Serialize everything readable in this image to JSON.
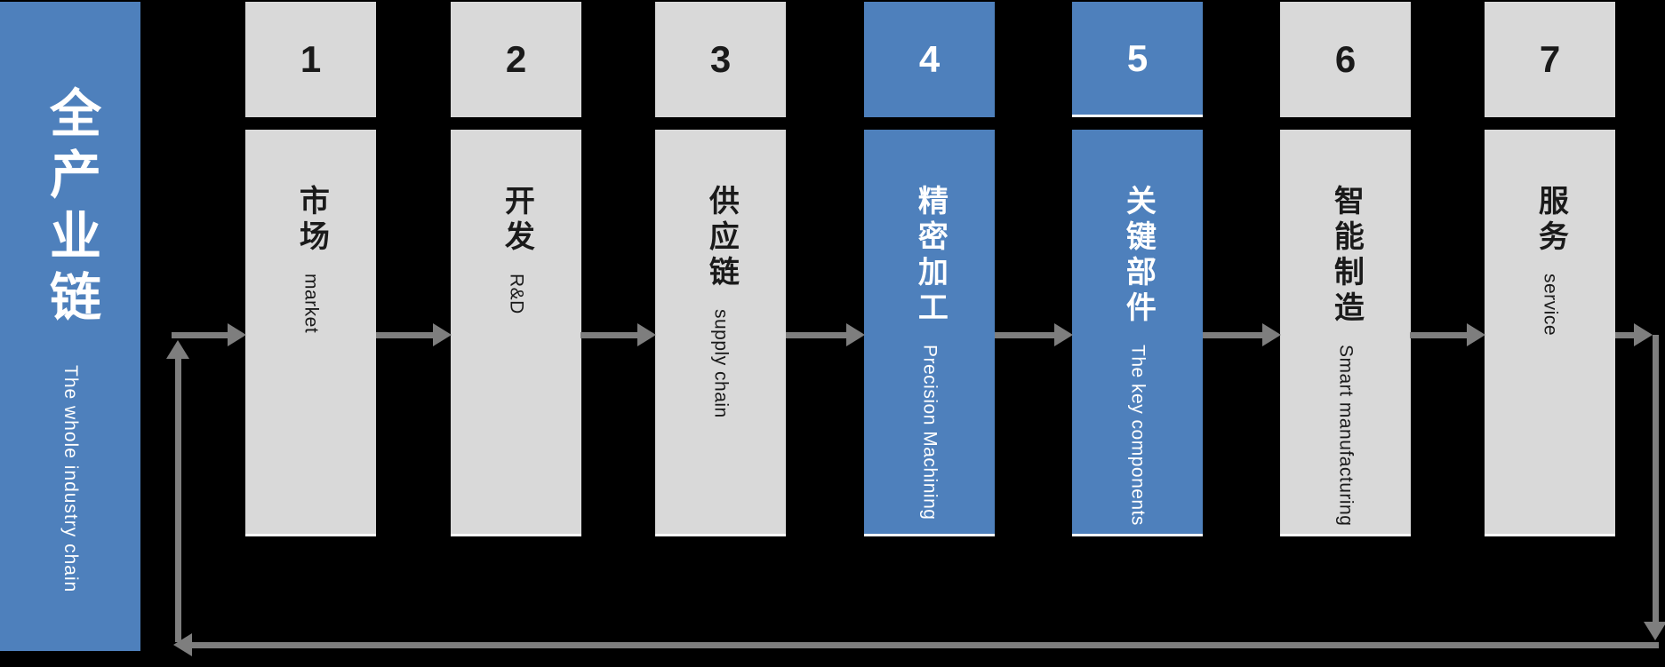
{
  "banner": {
    "title_cn": "全产业链",
    "title_en": "The whole industry chain"
  },
  "columns": [
    {
      "number": "1",
      "label_cn": "市场",
      "label_en": "market",
      "variant": "gray"
    },
    {
      "number": "2",
      "label_cn": "开发",
      "label_en": "R&D",
      "variant": "gray"
    },
    {
      "number": "3",
      "label_cn": "供应链",
      "label_en": "supply chain",
      "variant": "gray"
    },
    {
      "number": "4",
      "label_cn": "精密加工",
      "label_en": "Precision Machining",
      "variant": "blue"
    },
    {
      "number": "5",
      "label_cn": "关键部件",
      "label_en": "The key components",
      "variant": "blue"
    },
    {
      "number": "6",
      "label_cn": "智能制造",
      "label_en": "Smart manufacturing",
      "variant": "gray"
    },
    {
      "number": "7",
      "label_cn": "服务",
      "label_en": "service",
      "variant": "gray"
    }
  ],
  "colors": {
    "accent_blue": "#4E80BC",
    "box_gray": "#D9D9D9",
    "arrow_gray": "#7E7E7E",
    "background": "#000000",
    "text_dark": "#1A1A1A",
    "text_light": "#FFFFFF"
  }
}
